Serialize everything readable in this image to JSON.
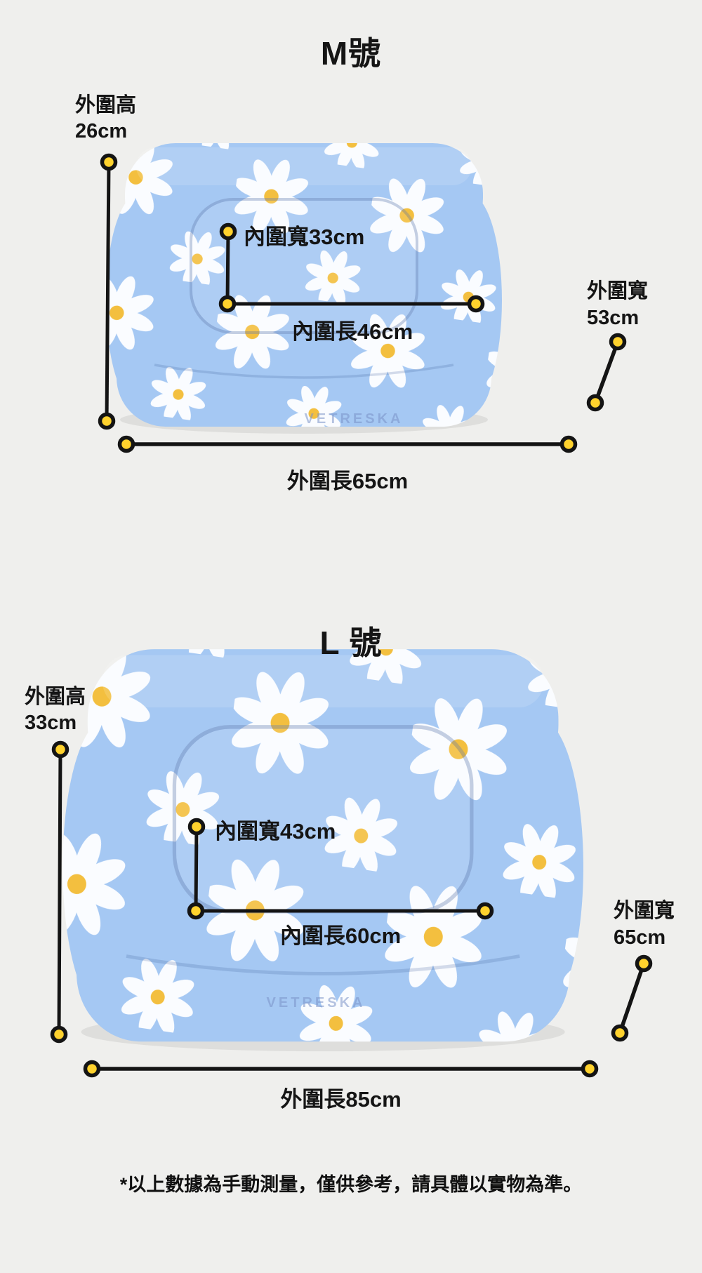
{
  "colors": {
    "background": "#efefed",
    "bed_blue": "#a5c8f3",
    "accent_yellow": "#ffd22d",
    "line_black": "#141414",
    "flower_center_yellow": "#f3bf3f",
    "petal_white": "#fafcff"
  },
  "brand_watermark": "VETRESKA",
  "footnote": "*以上數據為手動測量，僅供參考，請具體以實物為準。",
  "sections": [
    {
      "id": "M",
      "title": "M號",
      "measurements": {
        "outer_height": {
          "label": "外圍高",
          "value": "26cm"
        },
        "inner_width": {
          "label": "內圍寬33cm"
        },
        "inner_length": {
          "label": "內圍長46cm"
        },
        "outer_width": {
          "label": "外圍寬",
          "value": "53cm"
        },
        "outer_length": {
          "label": "外圍長65cm"
        }
      }
    },
    {
      "id": "L",
      "title": "L 號",
      "measurements": {
        "outer_height": {
          "label": "外圍高",
          "value": "33cm"
        },
        "inner_width": {
          "label": "內圍寬43cm"
        },
        "inner_length": {
          "label": "內圍長60cm"
        },
        "outer_width": {
          "label": "外圍寬",
          "value": "65cm"
        },
        "outer_length": {
          "label": "外圍長85cm"
        }
      }
    }
  ]
}
